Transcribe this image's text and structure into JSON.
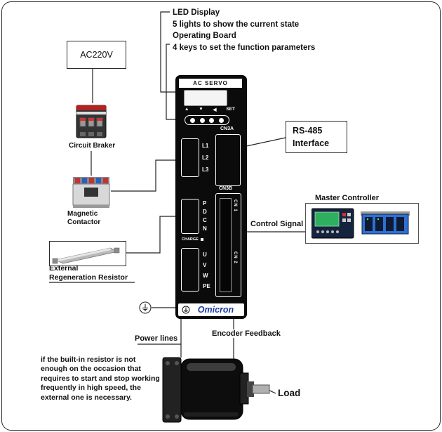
{
  "top_annotation": {
    "line1": "LED Display",
    "line2": "5 lights to show the current state",
    "line3": "Operating  Board",
    "line4": "4 keys to set the function parameters"
  },
  "power_chain": {
    "source_label": "AC220V",
    "breaker_label": "Circuit Braker",
    "contactor_label": "Magnetic Contactor",
    "resistor_label_line1": "External",
    "resistor_label_line2": "Regeneration Resistor"
  },
  "drive": {
    "header": "AC  SERVO",
    "keys": {
      "up": "▲",
      "down": "▼",
      "left": "◀",
      "set": "SET"
    },
    "cn3a_label": "CN3A",
    "cn3b_label": "CN3B",
    "cn1_label": "CN 1",
    "cn2_label": "CN 2",
    "l_terminals": [
      "L1",
      "L2",
      "L3"
    ],
    "p_terminals": [
      "P",
      "D",
      "C",
      "N"
    ],
    "u_terminals": [
      "U",
      "V",
      "W",
      "PE"
    ],
    "charge_label": "CHARGE",
    "brand": "Omicron"
  },
  "right_side": {
    "rs485_line1": "RS-485",
    "rs485_line2": "Interface",
    "master_controller_label": "Master Controller",
    "control_signal_label": "Control Signal"
  },
  "bottom": {
    "power_lines_label": "Power lines",
    "encoder_feedback_label": "Encoder Feedback",
    "load_label": "Load",
    "note": "if the built-in resistor is not enough on the occasion that requires to start  and stop working frequently in high speed, the external one is necessary."
  },
  "colors": {
    "brand_blue": "#1b3aa5",
    "wire_line": "#222222",
    "panel_black": "#0b0b0b",
    "breaker_red": "#bb2222",
    "plc_blue": "#2f6fd6",
    "hmi_screen_green": "#2fae5f"
  }
}
